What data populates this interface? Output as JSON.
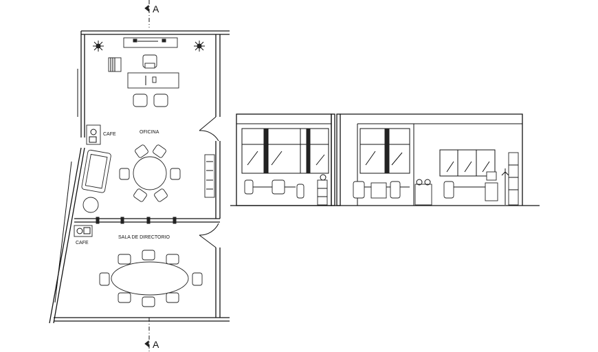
{
  "section_marks": {
    "top": "A",
    "bottom": "A"
  },
  "rooms": {
    "office": "OFICINA",
    "boardroom": "SALA DE DIRECTORIO"
  },
  "coffee_labels": {
    "office": "CAFE",
    "boardroom": "CAFE"
  },
  "colors": {
    "line": "#111111",
    "background": "#ffffff"
  }
}
